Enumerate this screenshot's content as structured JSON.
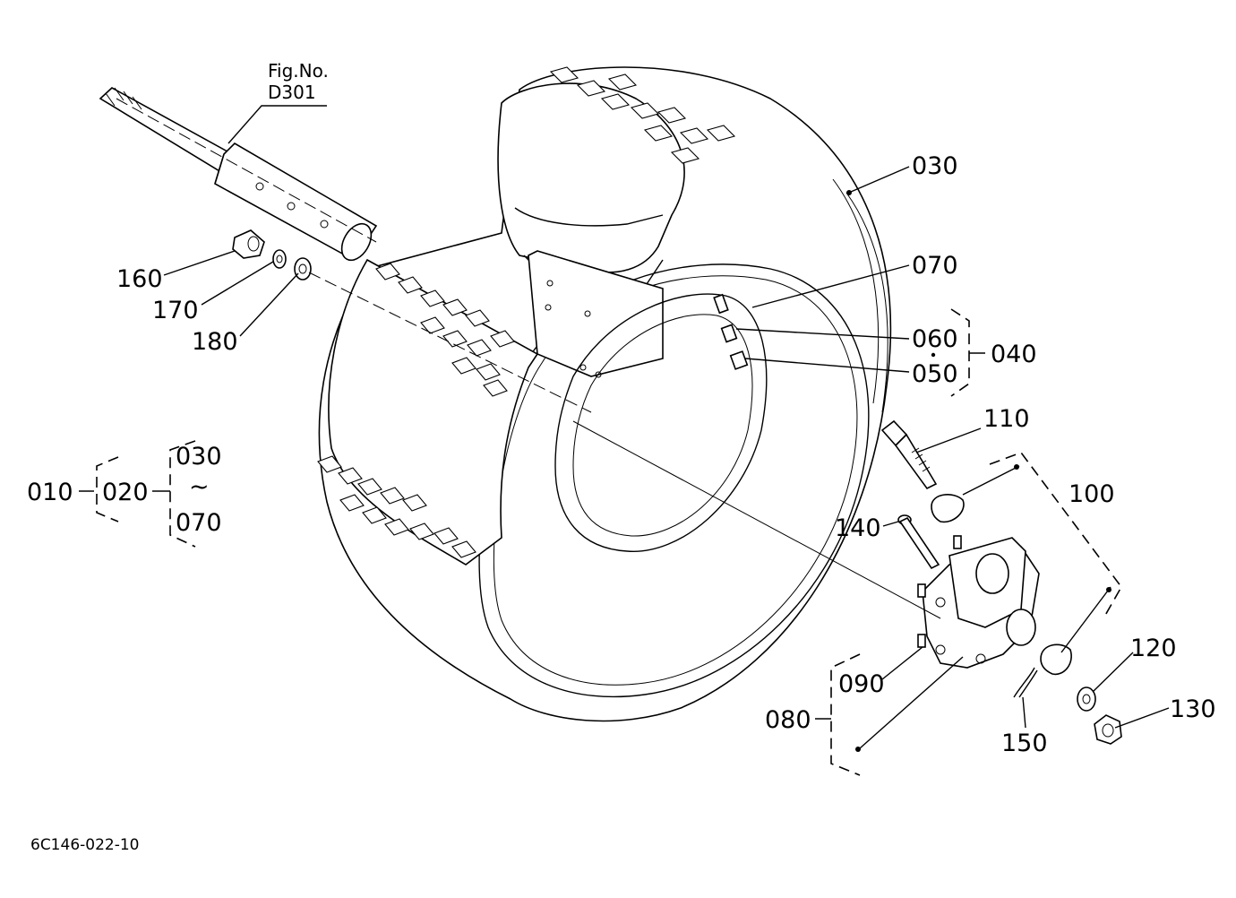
{
  "figure_ref": {
    "line1": "Fig.No.",
    "line2": "D301"
  },
  "drawing_code": "6C146-022-10",
  "labels": {
    "l010": "010",
    "l020": "020",
    "l030_top": "030",
    "l030_group": "030",
    "l070_group": "070",
    "l070": "070",
    "l060": "060",
    "l050": "050",
    "l040": "040",
    "l110": "110",
    "l100": "100",
    "l140": "140",
    "l120": "120",
    "l130": "130",
    "l090": "090",
    "l080": "080",
    "l150": "150",
    "l160": "160",
    "l170": "170",
    "l180": "180",
    "tilde": "~"
  }
}
